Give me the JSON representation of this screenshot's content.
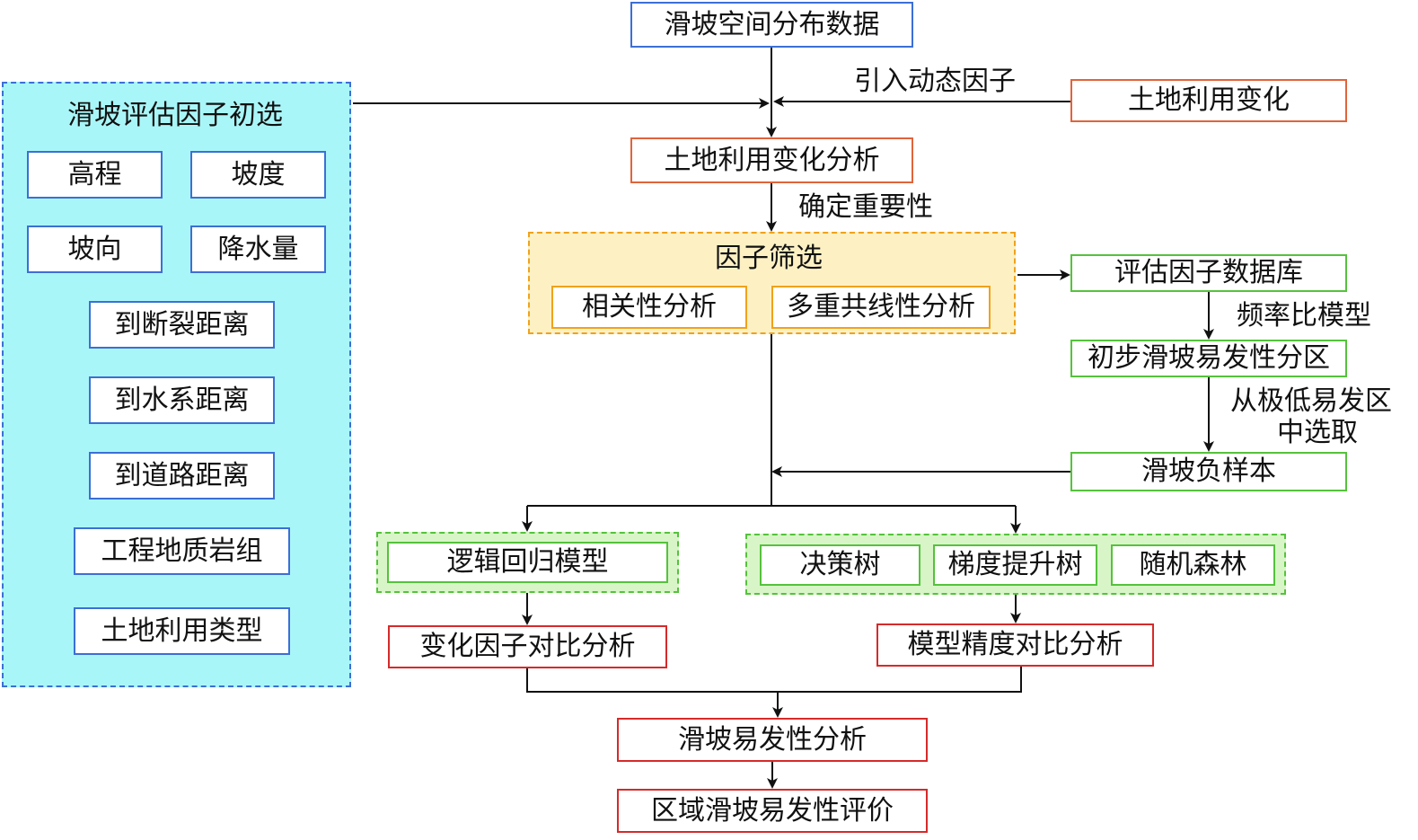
{
  "top": {
    "landslide_data": "滑坡空间分布数据",
    "dynamic_factor_label": "引入动态因子",
    "land_use_change": "土地利用变化",
    "land_use_analysis": "土地利用变化分析",
    "importance_label": "确定重要性"
  },
  "screening": {
    "title": "因子筛选",
    "correlation": "相关性分析",
    "multicollinearity": "多重共线性分析"
  },
  "right_chain": {
    "factor_db": "评估因子数据库",
    "frequency_ratio_label": "频率比模型",
    "initial_zoning": "初步滑坡易发性分区",
    "select_label_1": "从极低易发区",
    "select_label_2": "中选取",
    "negative_samples": "滑坡负样本"
  },
  "left_panel": {
    "title": "滑坡评估因子初选",
    "factors": [
      "高程",
      "坡度",
      "坡向",
      "降水量",
      "到断裂距离",
      "到水系距离",
      "到道路距离",
      "工程地质岩组",
      "土地利用类型"
    ]
  },
  "models": {
    "logistic": "逻辑回归模型",
    "decision_tree": "决策树",
    "gradient_boost": "梯度提升树",
    "random_forest": "随机森林"
  },
  "analysis": {
    "change_factor_compare": "变化因子对比分析",
    "accuracy_compare": "模型精度对比分析",
    "susceptibility_analysis": "滑坡易发性分析",
    "regional_evaluation": "区域滑坡易发性评价"
  },
  "colors": {
    "blue": "#3c6fd6",
    "orange": "#e0643a",
    "green": "#55c23c",
    "red": "#d62a2a",
    "gold": "#f0a21c",
    "cyan_fill": "#a9f6f8",
    "yellow_fill": "#fdf1c4",
    "green_fill": "#d8f5c8"
  }
}
